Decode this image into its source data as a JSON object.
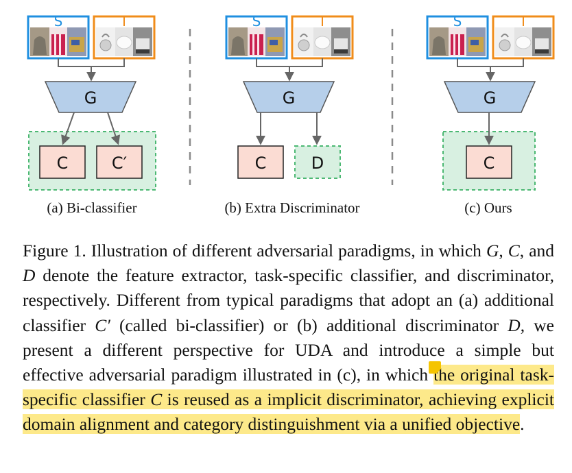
{
  "colors": {
    "source_border": "#1f8fe0",
    "target_border": "#f08c1a",
    "generator_fill": "#b6cfea",
    "classifier_fill": "#fbdcd3",
    "domain_fill": "#d8f0e1",
    "domain_border": "#4cb873",
    "highlight": "#fde98a",
    "arrow": "#666666"
  },
  "figure": {
    "panels": [
      {
        "source_label": "S",
        "target_label": "T",
        "generator_label": "G",
        "classifier_labels": [
          "C",
          "C′"
        ],
        "caption": "(a) Bi-classifier"
      },
      {
        "source_label": "S",
        "target_label": "T",
        "generator_label": "G",
        "classifier_labels": [
          "C",
          "D"
        ],
        "caption": "(b) Extra Discriminator"
      },
      {
        "source_label": "S",
        "target_label": "T",
        "generator_label": "G",
        "classifier_labels": [
          "C"
        ],
        "caption": "(c) Ours"
      }
    ]
  },
  "caption": {
    "p1": "Figure 1. Illustration of different adversarial paradigms, in which ",
    "G": "G",
    "p2": ", ",
    "C1": "C",
    "p3": ", and ",
    "D1": "D",
    "p4": " denote the feature extractor, task-specific classifier, and discriminator, respectively. Different from typical paradigms that adopt an (a) additional classifier ",
    "Cprime": "C′",
    "p5": " (called bi-classifier) or (b) additional discriminator ",
    "D2": "D",
    "p6": ", we present a different perspective for UDA and introduce a simple but effective adversarial paradigm illustrated in (c), in which ",
    "hl1": "the original task-specific classifier ",
    "C2": "C",
    "hl2": " is reused as a implicit discriminator, achieving explicit domain alignment and category distinguishment via a unified objective",
    "end": "."
  }
}
